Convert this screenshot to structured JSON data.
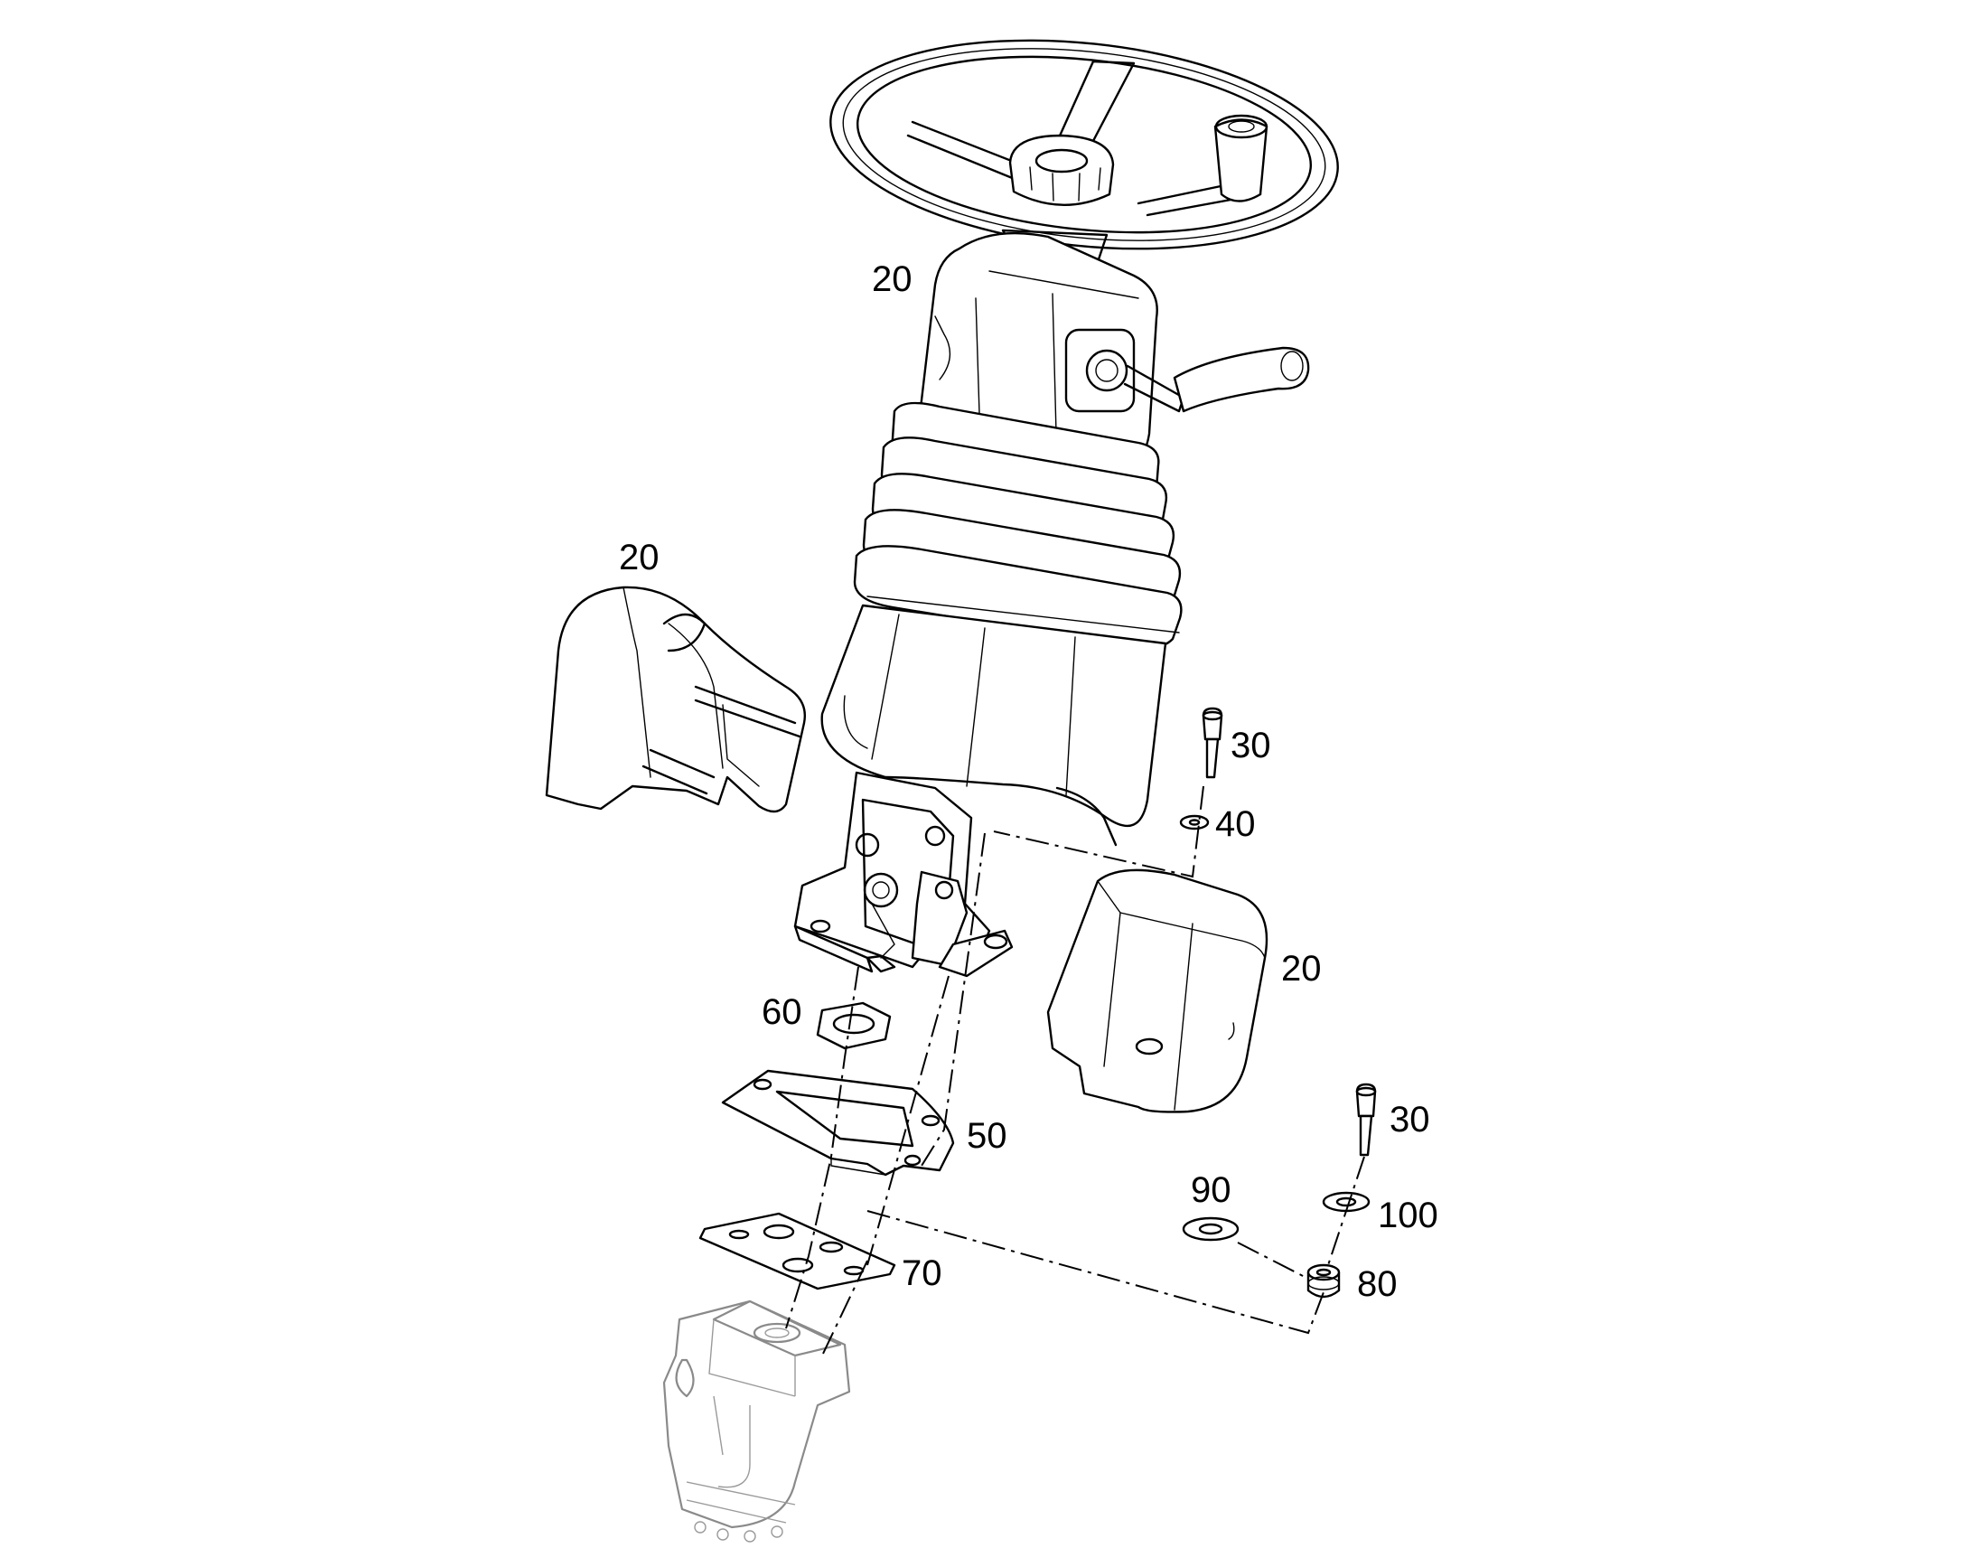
{
  "callouts": [
    {
      "id": "c1",
      "text": "20"
    },
    {
      "id": "c2",
      "text": "20"
    },
    {
      "id": "c3",
      "text": "20"
    },
    {
      "id": "c4",
      "text": "30"
    },
    {
      "id": "c5",
      "text": "40"
    },
    {
      "id": "c6",
      "text": "60"
    },
    {
      "id": "c7",
      "text": "50"
    },
    {
      "id": "c8",
      "text": "70"
    },
    {
      "id": "c9",
      "text": "30"
    },
    {
      "id": "c10",
      "text": "90"
    },
    {
      "id": "c11",
      "text": "100"
    },
    {
      "id": "c12",
      "text": "80"
    }
  ]
}
